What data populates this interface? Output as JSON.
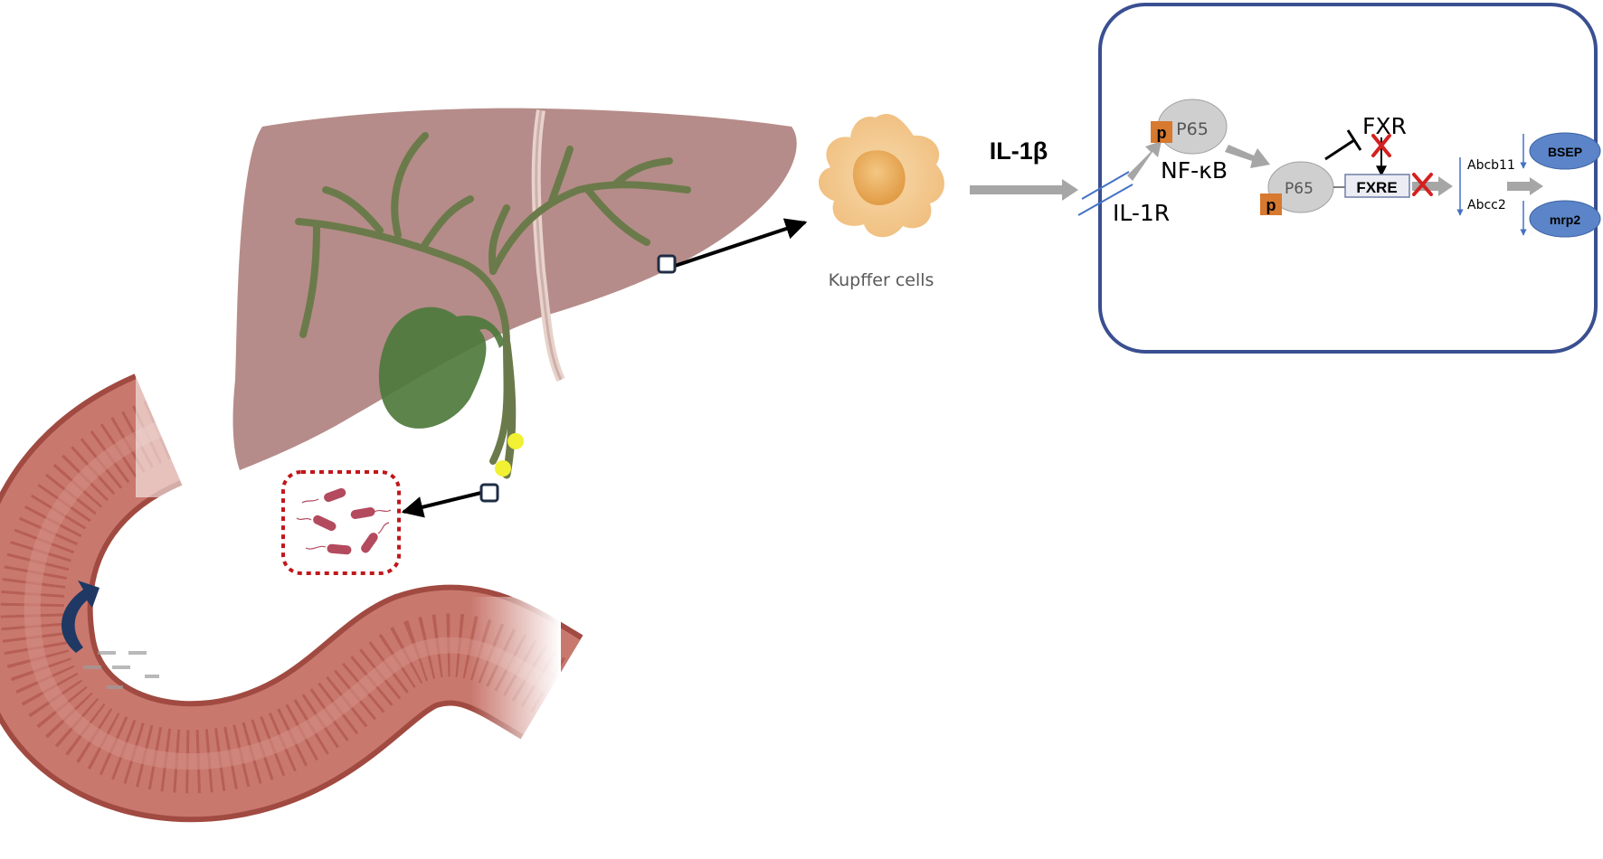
{
  "labels": {
    "kupffer": "Kupffer cells",
    "il1b": "IL-1β",
    "il1r": "IL-1R",
    "nfkb": "NF-κB",
    "p65_top": "P65",
    "p65_nuc": "P65",
    "p_top": "p",
    "p_nuc": "p",
    "fxr": "FXR",
    "fxre": "FXRE",
    "abcb11": "Abcb11",
    "abcc2": "Abcc2",
    "bsep": "BSEP",
    "mrp2": "mrp2"
  },
  "colors": {
    "liver": "#b58c89",
    "bile_duct": "#6b7a4a",
    "gallbladder": "#4e7a3c",
    "intestine": "#c9786e",
    "intestine_dark": "#b0554b",
    "kupffer_cell": "#f3c98e",
    "kupffer_nucleus": "#e9a95a",
    "bacteria": "#b34a5e",
    "bacteria_box": "#c0171b",
    "cell_border": "#3a4f91",
    "gray_arrow": "#a6a6a6",
    "p65": "#cfcfcf",
    "phospho": "#d7792f",
    "blue_line": "#4472c4",
    "transporter": "#5b85c8",
    "inhibition_x": "#d42020",
    "yellow_dot": "#f2f033",
    "curved_arrow": "#1f3864"
  }
}
